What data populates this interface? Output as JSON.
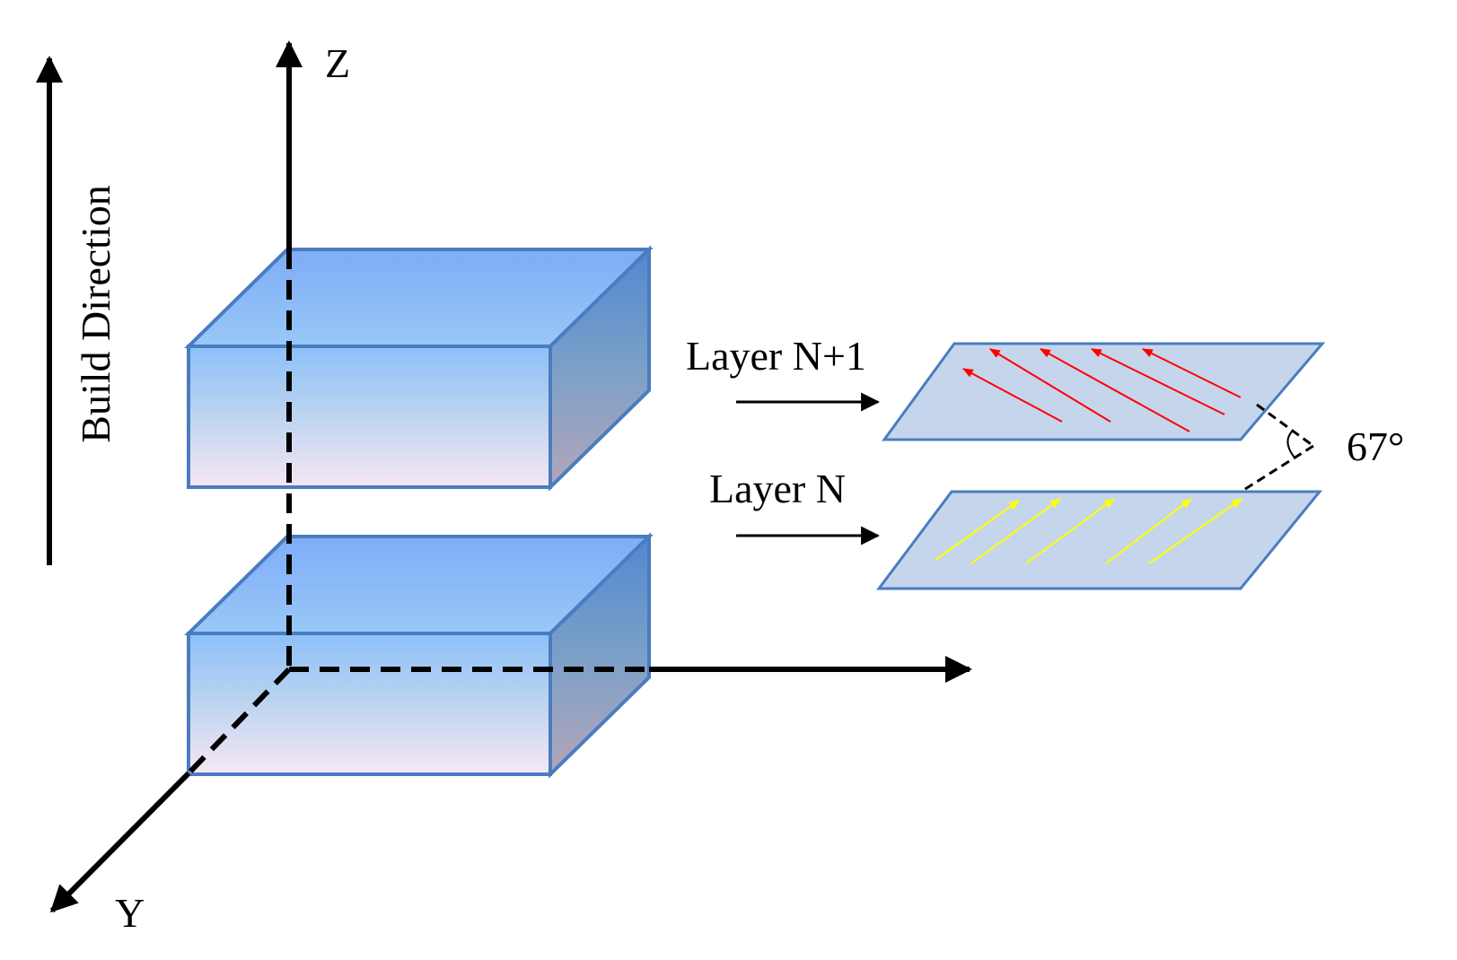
{
  "labels": {
    "z_axis": "Z",
    "y_axis": "Y",
    "build_direction": "Build Direction",
    "layer_top": "Layer N+1",
    "layer_bottom": "Layer N",
    "angle": "67°"
  },
  "layers": {
    "top_scan_angle_deg": 67
  },
  "colors": {
    "block_top_face": "#85b1f8",
    "block_right_face": "#5c8fd0",
    "block_front_top": "#8fc2f8",
    "block_front_bottom": "#f7e6f4",
    "block_outline": "#4a7cc0",
    "plate_fill": "#c5d6ec",
    "plate_outline": "#4a7cc0",
    "top_layer_scan": "#ff0000",
    "bottom_layer_scan": "#ffff00",
    "axis": "#000000"
  }
}
